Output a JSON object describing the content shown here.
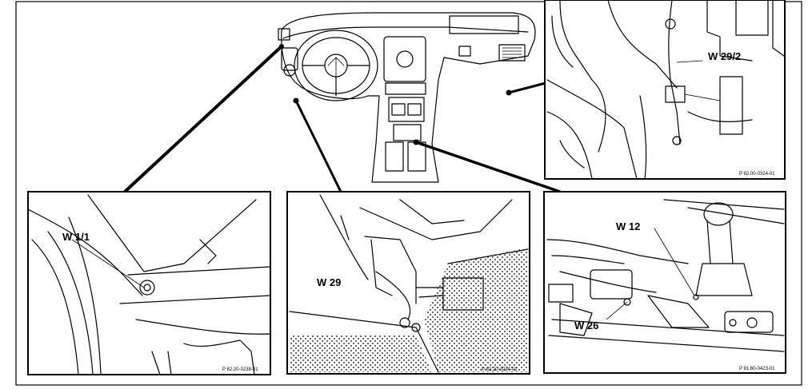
{
  "panels": {
    "top_right": {
      "label": "W 29/2",
      "ref": "P 82.00-0324-01"
    },
    "bottom_left": {
      "label": "W 1/1",
      "ref": "P 82.20-0238-01"
    },
    "bottom_middle": {
      "label": "W 29",
      "ref": "P 82.20-0234-01"
    },
    "bottom_right": {
      "label_a": "W 12",
      "label_b": "W 26",
      "ref": "P 91.60-0423-01"
    }
  },
  "colors": {
    "ink": "#000000",
    "paper": "#ffffff"
  }
}
